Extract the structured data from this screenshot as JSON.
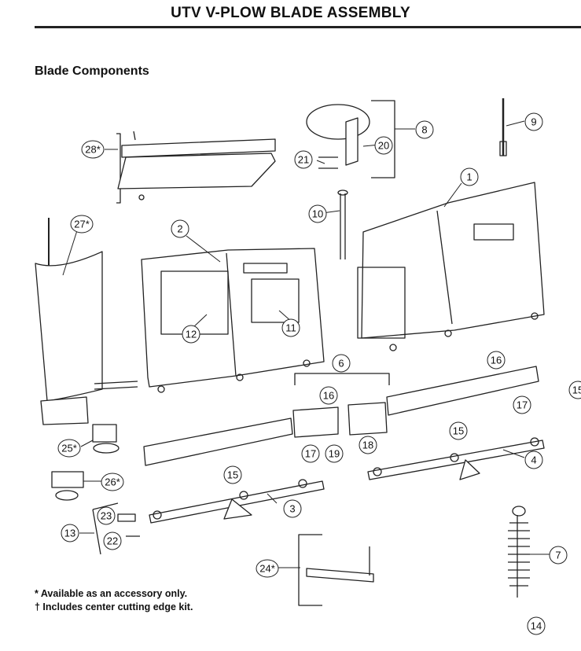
{
  "page": {
    "title": "UTV V-PLOW BLADE ASSEMBLY",
    "section_heading": "Blade Components"
  },
  "footnotes": [
    "* Available as an accessory only.",
    "† Includes center cutting edge kit."
  ],
  "callouts": [
    {
      "id": "1",
      "label": "1"
    },
    {
      "id": "2",
      "label": "2"
    },
    {
      "id": "3",
      "label": "3"
    },
    {
      "id": "4",
      "label": "4"
    },
    {
      "id": "6",
      "label": "6"
    },
    {
      "id": "7",
      "label": "7"
    },
    {
      "id": "8",
      "label": "8"
    },
    {
      "id": "9",
      "label": "9"
    },
    {
      "id": "10",
      "label": "10"
    },
    {
      "id": "11",
      "label": "11"
    },
    {
      "id": "12",
      "label": "12"
    },
    {
      "id": "13",
      "label": "13"
    },
    {
      "id": "14",
      "label": "14"
    },
    {
      "id": "15a",
      "label": "15"
    },
    {
      "id": "15b",
      "label": "15"
    },
    {
      "id": "15c",
      "label": "15"
    },
    {
      "id": "16a",
      "label": "16"
    },
    {
      "id": "16b",
      "label": "16"
    },
    {
      "id": "17a",
      "label": "17"
    },
    {
      "id": "17b",
      "label": "17"
    },
    {
      "id": "18",
      "label": "18"
    },
    {
      "id": "19",
      "label": "19"
    },
    {
      "id": "20",
      "label": "20"
    },
    {
      "id": "21",
      "label": "21"
    },
    {
      "id": "22",
      "label": "22"
    },
    {
      "id": "23",
      "label": "23"
    },
    {
      "id": "24",
      "label": "24*"
    },
    {
      "id": "25",
      "label": "25*"
    },
    {
      "id": "26",
      "label": "26*"
    },
    {
      "id": "27",
      "label": "27*"
    },
    {
      "id": "28",
      "label": "28*"
    }
  ]
}
